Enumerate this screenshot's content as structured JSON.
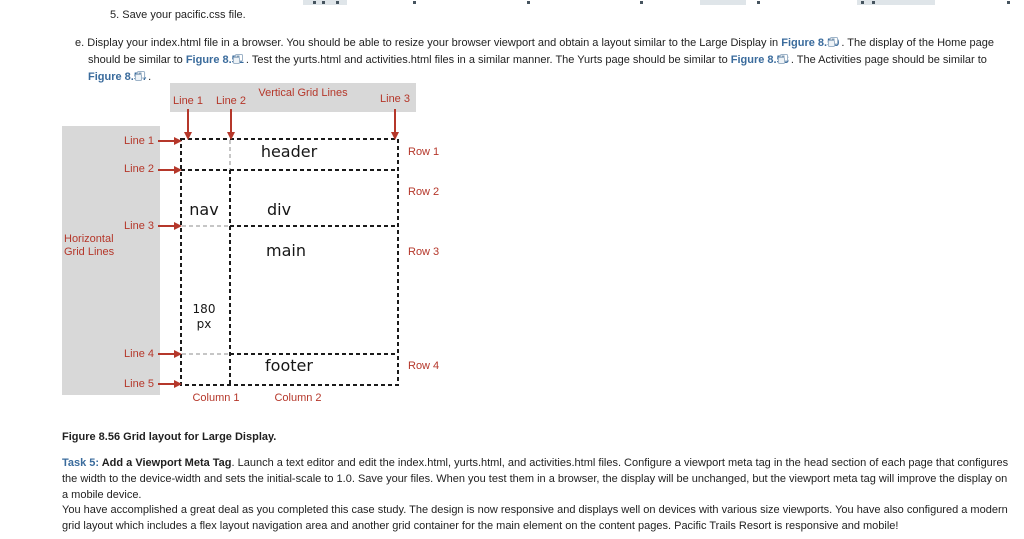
{
  "page": {
    "step5": "5. Save your pacific.css file.",
    "item_e": {
      "marker": "e.",
      "seg1": "Display your index.html file in a browser. You should be able to resize your browser viewport and obtain a layout similar to the Large Display in ",
      "link1": "Figure 8.50",
      "seg2": ". The display of the Home page should be similar to ",
      "link2": "Figure 8.51",
      "seg3": ". Test the yurts.html and activities.html files in a similar manner. The Yurts page should be similar to ",
      "link3": "Figure 8.53",
      "seg4": ". The Activities page should be similar to ",
      "link4": "Figure 8.54",
      "seg5": "."
    },
    "caption": "Figure 8.56 Grid layout for Large Display.",
    "task": {
      "label": "Task 5:",
      "title": " Add a Viewport Meta Tag",
      "body": ". Launch a text editor and edit the index.html, yurts.html, and activities.html files. Configure a viewport meta tag in the head section of each page that configures the width to the device-width and sets the initial-scale to 1.0. Save your files. When you test them in a browser, the display will be unchanged, but the viewport meta tag will improve the display on a mobile device."
    },
    "closing": "You have accomplished a great deal as you completed this case study. The design is now responsive and displays well on devices with various size viewports. You have also configured a modern grid layout which includes a flex layout navigation area and another grid container for the main element on the content pages. Pacific Trails Resort is responsive and mobile!"
  },
  "diagram": {
    "top_title": "Vertical Grid Lines",
    "left_title": "Horizontal Grid Lines",
    "top_lines": [
      "Line 1",
      "Line 2",
      "Line 3"
    ],
    "left_lines": [
      "Line 1",
      "Line 2",
      "Line 3",
      "Line 4",
      "Line 5"
    ],
    "row_labels": [
      "Row 1",
      "Row 2",
      "Row 3",
      "Row 4"
    ],
    "column_labels": [
      "Column 1",
      "Column 2"
    ],
    "cells": {
      "header": "header",
      "nav": "nav",
      "div": "div",
      "main": "main",
      "footer": "footer"
    },
    "col1_width_label": "180\npx",
    "colors": {
      "label_red": "#b5372a",
      "link_blue": "#3a6b9c",
      "panel_gray": "#d8d8d8"
    }
  }
}
